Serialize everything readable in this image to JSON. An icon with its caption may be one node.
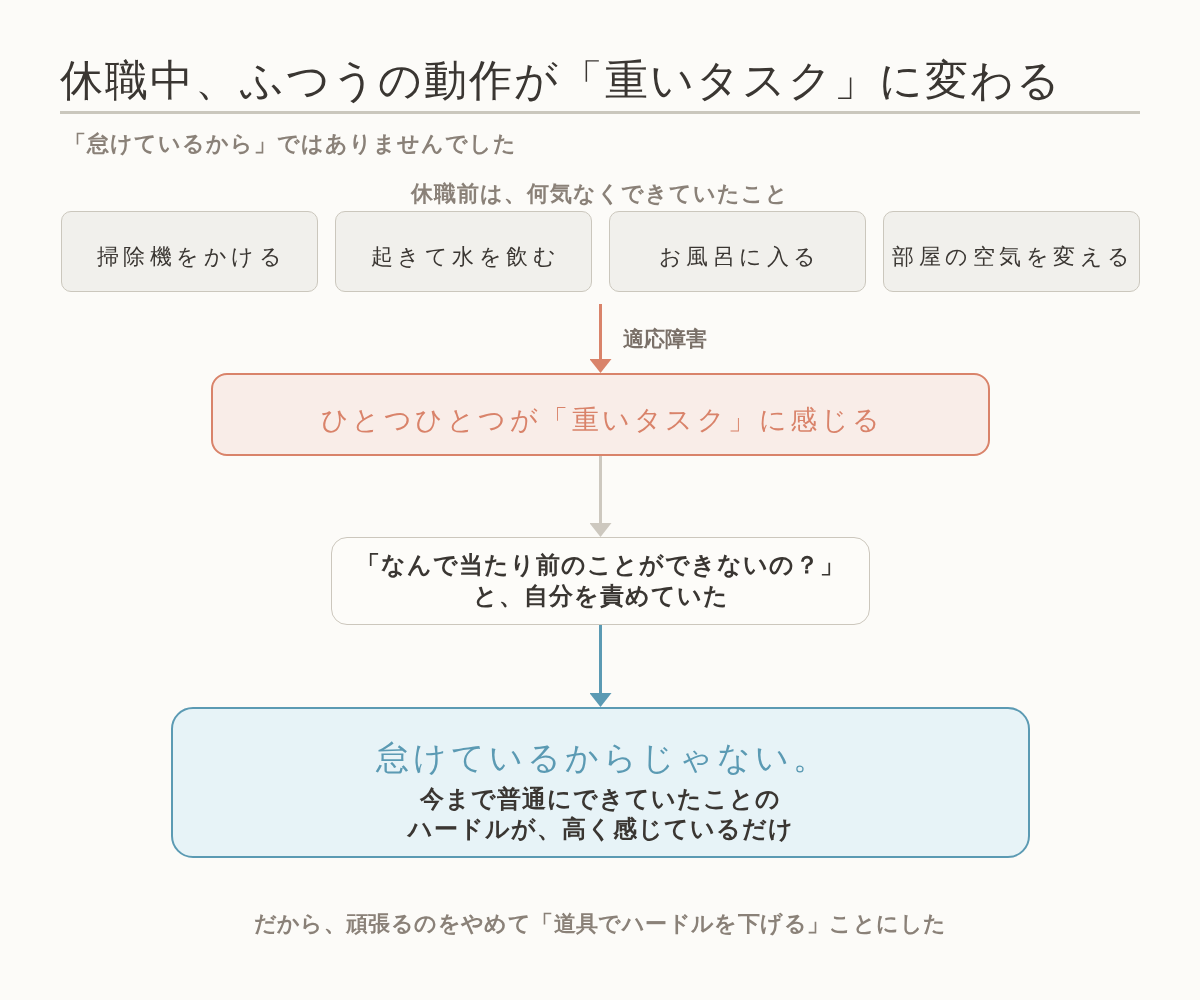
{
  "diagram": {
    "title": "休職中、ふつうの動作が「重いタスク」に変わる",
    "nodes": [
      {
        "text": [
          "掃除機をかける"
        ]
      },
      {
        "text": [
          "起きて水を飲む"
        ]
      },
      {
        "text": [
          "お風呂に入る"
        ]
      },
      {
        "text": [
          "部屋の空気を変える"
        ]
      },
      {
        "text": [
          "ひとつひとつが「重いタスク」に感じる"
        ]
      },
      {
        "text": [
          "「なんで当たり前のことができないの？」と、自分を責めていた"
        ]
      },
      {
        "text": [
          "怠けているからじゃない。",
          "今まで普通にできていたことのハードルが、高く感じているだけ"
        ]
      }
    ],
    "edges": [
      {
        "from": null,
        "to": 4,
        "arrow": "to",
        "label": "適応障害",
        "color": "#d9836a"
      },
      {
        "from": 4,
        "to": 5,
        "arrow": "to",
        "color": "#cdc8bf"
      },
      {
        "from": 5,
        "to": 6,
        "arrow": "to",
        "color": "#5b9ab3"
      }
    ],
    "labels": [
      "「怠けているから」ではありませんでした",
      "休職前は、何気なくできていたこと",
      "だから、頑張るのをやめて「道具でハードルを下げる」ことにした"
    ]
  }
}
